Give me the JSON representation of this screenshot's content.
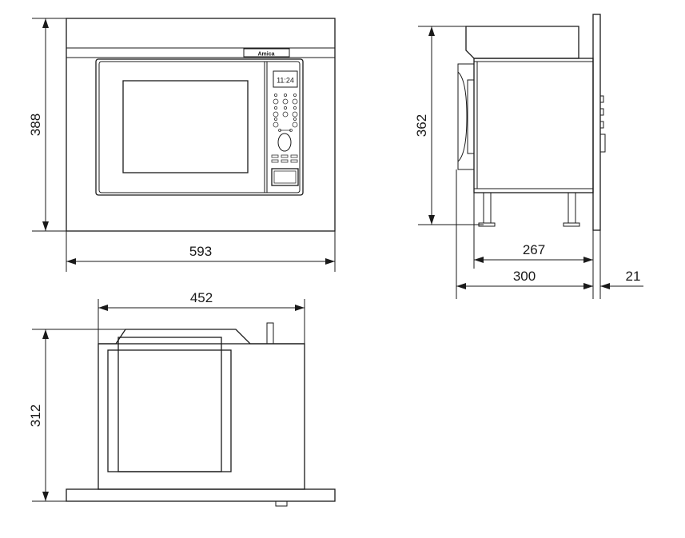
{
  "front_view": {
    "width_label": "593",
    "height_label": "388",
    "brand_text": "Amica",
    "display_text": "11:24"
  },
  "side_view": {
    "height_label": "362",
    "depth_label": "267",
    "depth_total_label": "300",
    "panel_label": "21"
  },
  "top_view": {
    "width_label": "452",
    "depth_label": "312"
  }
}
